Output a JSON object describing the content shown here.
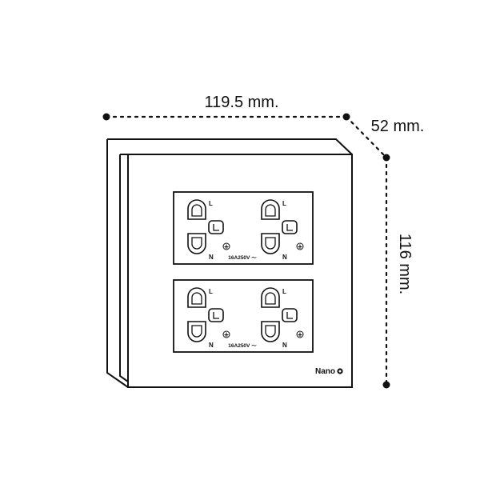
{
  "dimensions": {
    "width": "119.5 mm.",
    "depth": "52 mm.",
    "height": "116 mm."
  },
  "brand": "Nano",
  "brand_mark": "registered-mark",
  "panels": [
    {
      "outlets": [
        {
          "label_l": "L",
          "label_n": "N",
          "ground": "ground-icon"
        },
        {
          "label_l": "L",
          "label_n": "N",
          "ground": "ground-icon"
        }
      ],
      "rating": "16A250V ～"
    },
    {
      "outlets": [
        {
          "label_l": "L",
          "label_n": "N",
          "ground": "ground-icon"
        },
        {
          "label_l": "L",
          "label_n": "N",
          "ground": "ground-icon"
        }
      ],
      "rating": "16A250V ～"
    }
  ]
}
